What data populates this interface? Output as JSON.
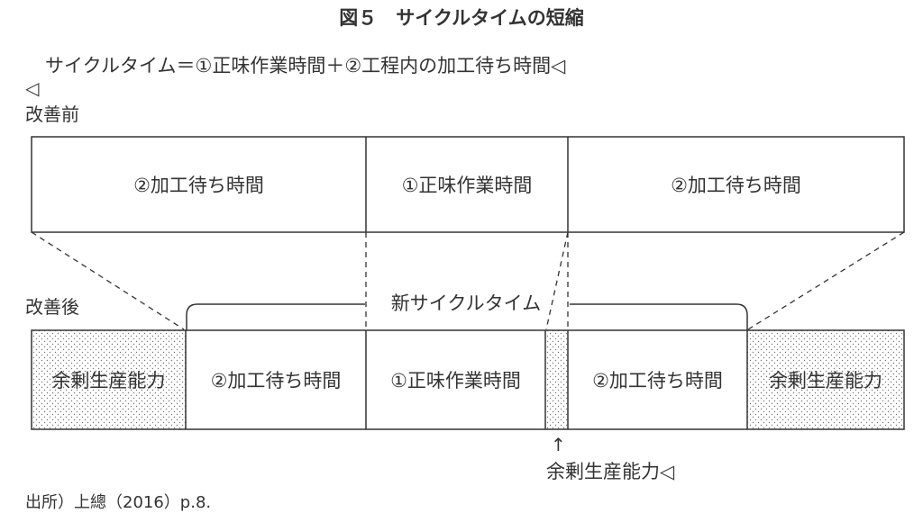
{
  "title": "図５　サイクルタイムの短縮",
  "formula": "サイクルタイム＝①正味作業時間＋②工程内の加工待ち時間◁",
  "formula_cont": "◁",
  "before_label": "改善前",
  "after_label": "改善後",
  "before_segments": [
    "②加工待ち時間",
    "①正味作業時間",
    "②加工待ち時間"
  ],
  "new_cycle_time_label": "新サイクルタイム",
  "after_segments": [
    "余剰生産能力",
    "②加工待ち時間",
    "①正味作業時間",
    "",
    "②加工待ち時間",
    "余剰生産能力"
  ],
  "arrow": "↑",
  "surplus_label": "余剰生産能力◁",
  "source": "出所）上總（2016）p.8."
}
